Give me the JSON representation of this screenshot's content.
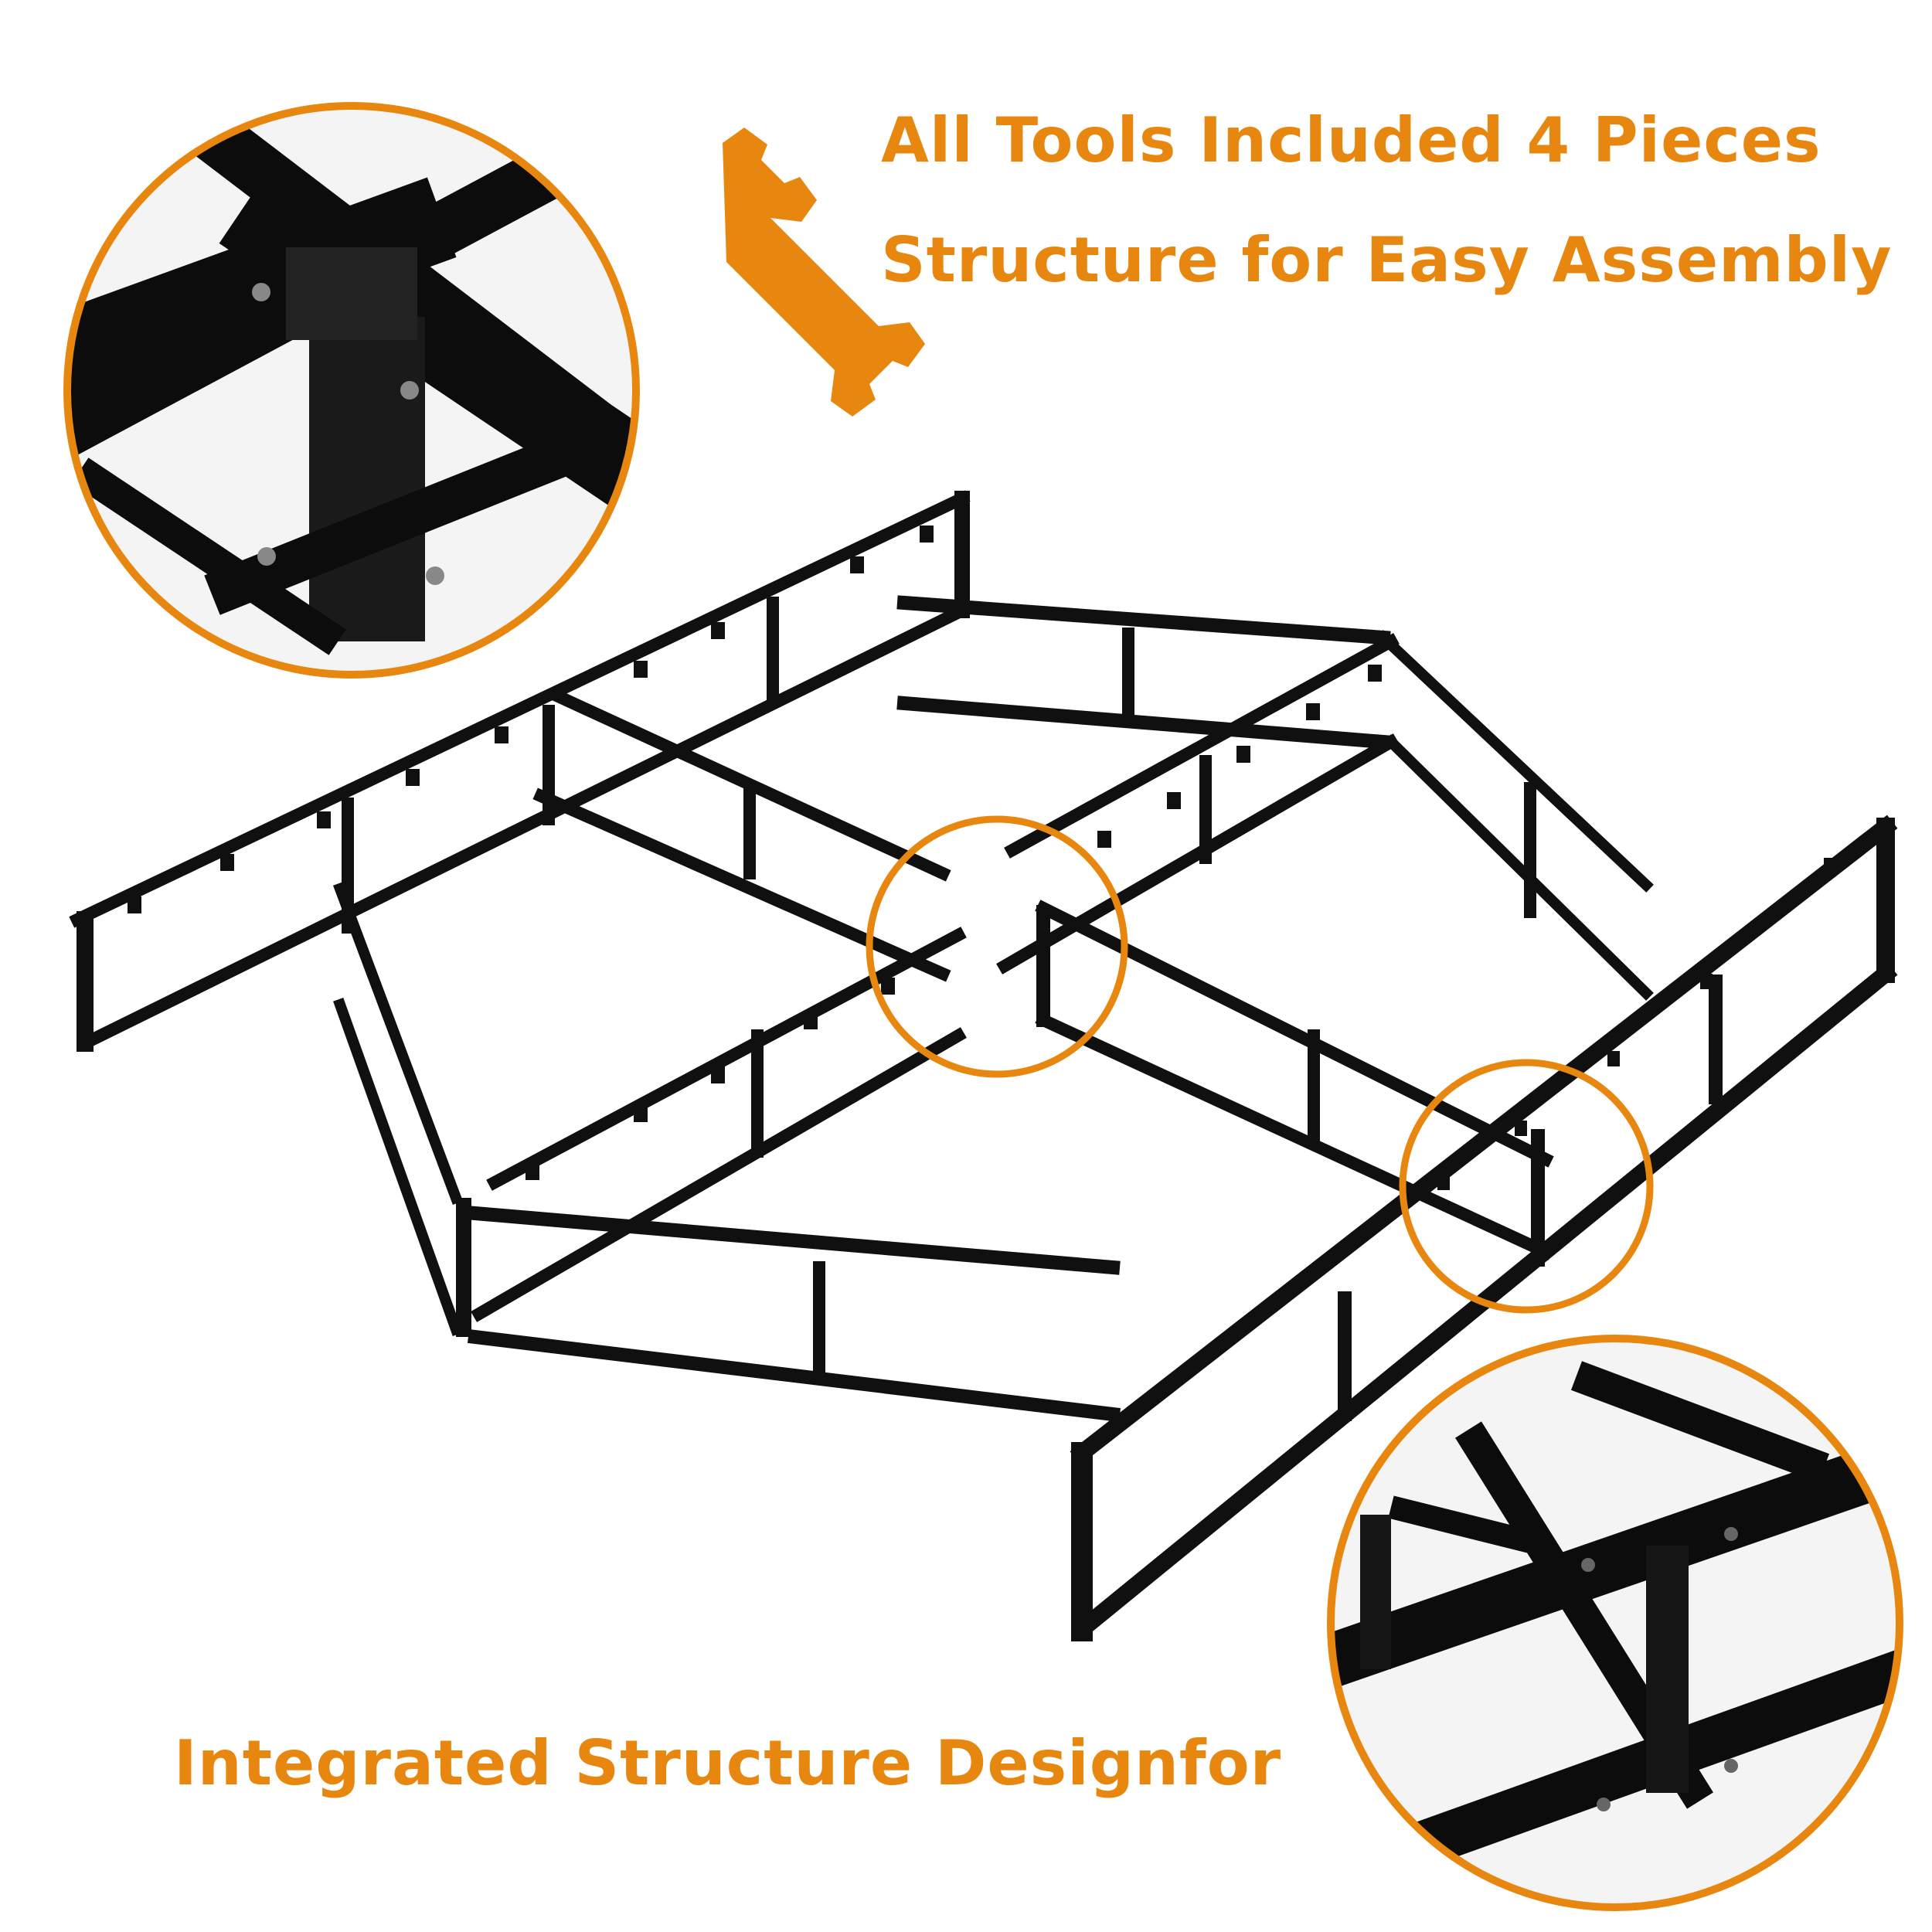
{
  "headline_top_line1": "All Tools Included 4 Pieces",
  "headline_top_line2": "Structure for Easy Assembly",
  "headline_bottom": "Integrated Structure Designfor",
  "accent_color": "#E8870F",
  "frame_color": "#111111",
  "icons": {
    "tool": "wrench-icon"
  }
}
